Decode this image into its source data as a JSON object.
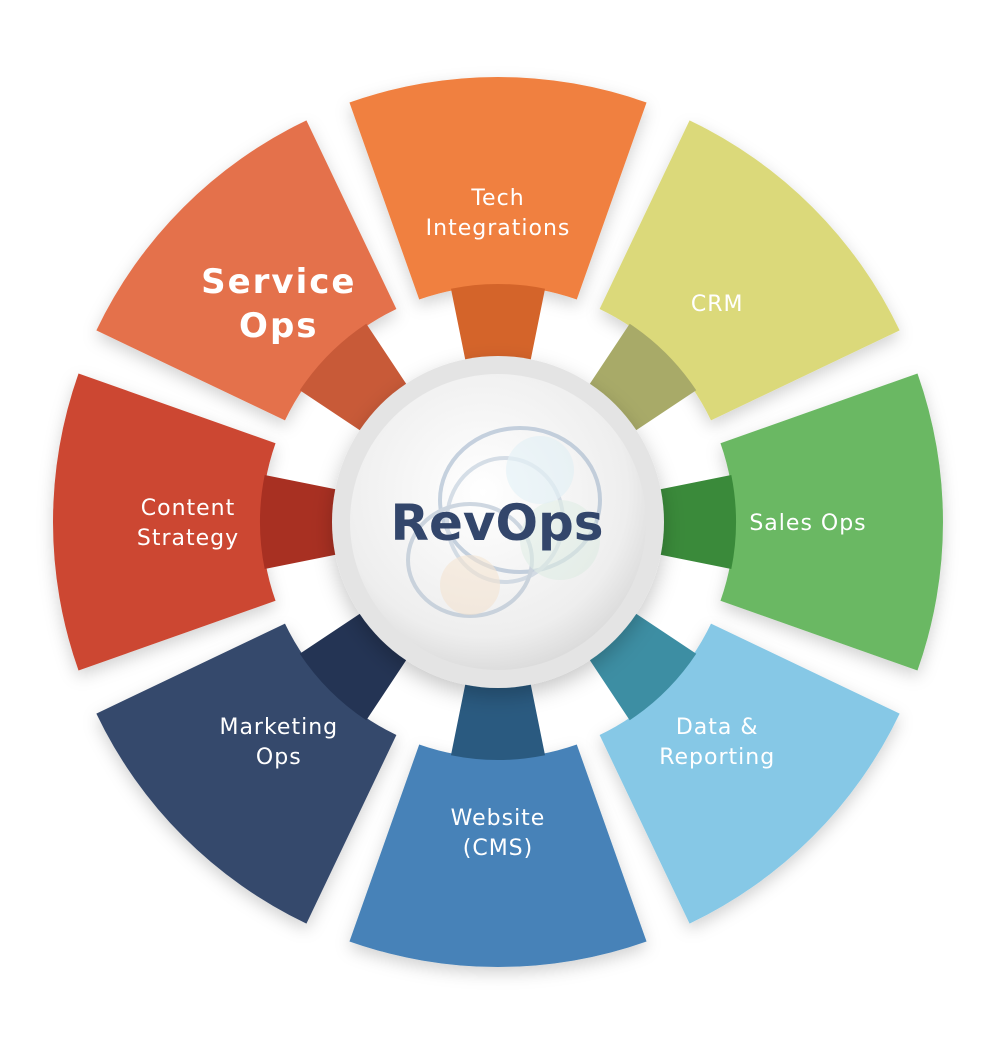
{
  "diagram": {
    "center_title": "RevOps",
    "segments": [
      {
        "id": "tech-integrations",
        "lines": [
          "Tech",
          "Integrations"
        ],
        "color": "#f08040",
        "collar": "#d4642a",
        "big": false
      },
      {
        "id": "crm",
        "lines": [
          "CRM"
        ],
        "color": "#dbd97a",
        "collar": "#a8aa68",
        "big": false
      },
      {
        "id": "sales-ops",
        "lines": [
          "Sales Ops"
        ],
        "color": "#6bb864",
        "collar": "#3a8a3a",
        "big": false
      },
      {
        "id": "data-reporting",
        "lines": [
          "Data &",
          "Reporting"
        ],
        "color": "#86c8e6",
        "collar": "#3d8ea3",
        "big": false
      },
      {
        "id": "website-cms",
        "lines": [
          "Website",
          "(CMS)"
        ],
        "color": "#4682b8",
        "collar": "#2a5a80",
        "big": false
      },
      {
        "id": "marketing-ops",
        "lines": [
          "Marketing",
          "Ops"
        ],
        "color": "#36496c",
        "collar": "#243454",
        "big": false
      },
      {
        "id": "content-strategy",
        "lines": [
          "Content",
          "Strategy"
        ],
        "color": "#cc4630",
        "collar": "#a83022",
        "big": false
      },
      {
        "id": "service-ops",
        "lines": [
          "Service",
          "Ops"
        ],
        "color": "#e4714c",
        "collar": "#c85a38",
        "big": true
      }
    ]
  }
}
